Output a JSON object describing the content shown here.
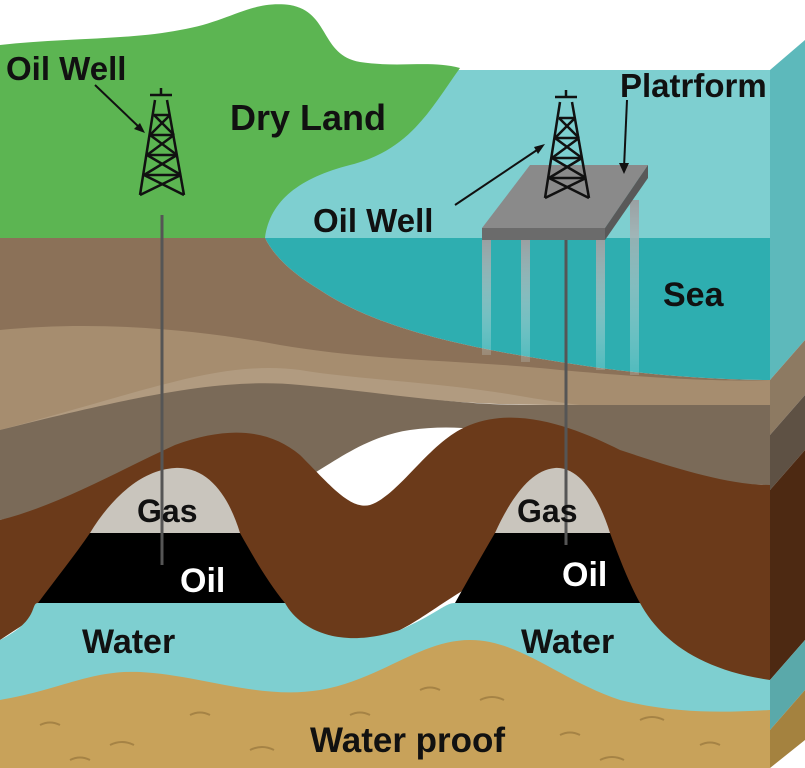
{
  "labels": {
    "oil_well_land": "Oil Well",
    "dry_land": "Dry Land",
    "platform": "Platrform",
    "oil_well_sea": "Oil Well",
    "sea": "Sea",
    "gas_left": "Gas",
    "gas_right": "Gas",
    "oil_left": "Oil",
    "oil_right": "Oil",
    "water_left": "Water",
    "water_right": "Water",
    "water_proof": "Water proof"
  },
  "colors": {
    "dry_land": "#5cb552",
    "sky_sea_light": "#7ecfd0",
    "sea_deep": "#2eaeb0",
    "topsoil": "#8b7158",
    "tan_layer": "#a89072",
    "grey_layer": "#7a6a58",
    "brown_rock": "#6b3a1a",
    "gas": "#c9c5bd",
    "oil": "#000000",
    "water": "#7ecfd0",
    "water_proof": "#c8a25a",
    "platform": "#8a8a8a"
  },
  "icons": [
    "derrick-icon-land",
    "derrick-icon-sea"
  ]
}
